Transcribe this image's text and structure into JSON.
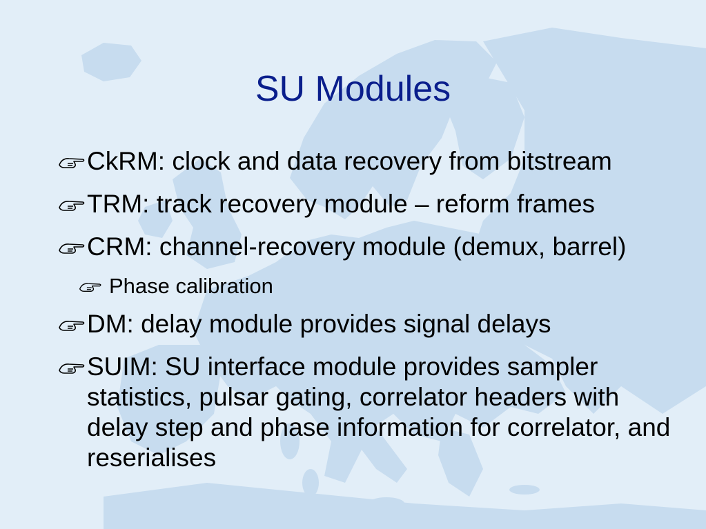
{
  "slide": {
    "title": "SU Modules",
    "colors": {
      "title": "#0a1e8c",
      "text": "#000000",
      "background": "#e2eef8",
      "map": "#c7dcef"
    },
    "bullet_icon": "pointing-hand-icon",
    "bullets": [
      {
        "level": 1,
        "text": "CkRM: clock and data recovery from bitstream"
      },
      {
        "level": 1,
        "text": "TRM: track recovery module – reform frames"
      },
      {
        "level": 1,
        "text": "CRM: channel-recovery module (demux, barrel)"
      },
      {
        "level": 2,
        "text": "Phase calibration"
      },
      {
        "level": 1,
        "text": "DM: delay module provides signal delays"
      },
      {
        "level": 1,
        "text": "SUIM: SU interface module provides sampler statistics, pulsar gating, correlator headers with delay step and phase information for correlator, and reserialises"
      }
    ]
  }
}
